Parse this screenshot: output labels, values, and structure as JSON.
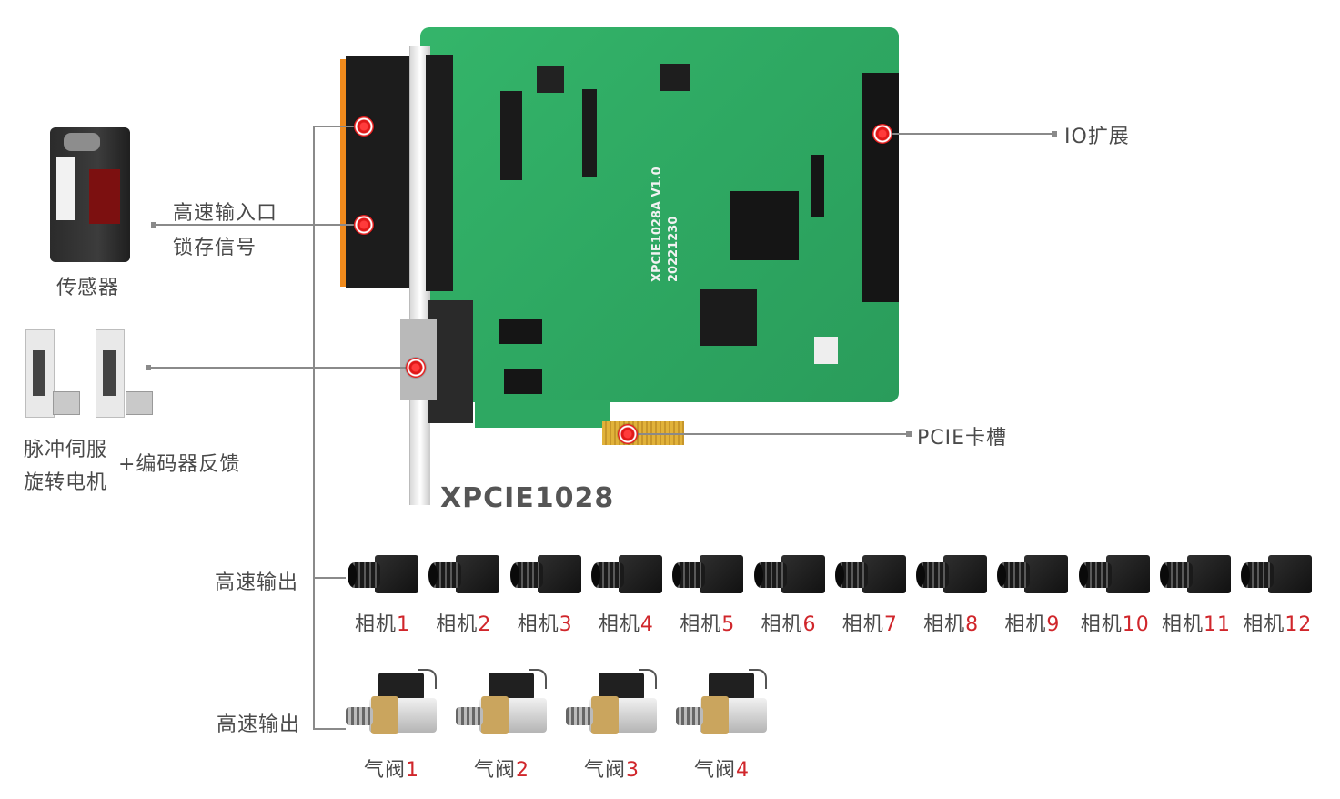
{
  "product": {
    "name": "XPCIE1028"
  },
  "pcb": {
    "model_text": "XPCIE1028A V1.0",
    "date_text": "20221230"
  },
  "left": {
    "sensor_label": "传感器",
    "input_label_line1": "高速输入口",
    "input_label_line2": "锁存信号",
    "servo_label_line1": "脉冲伺服",
    "servo_label_line2": "旋转电机",
    "encoder_label": "+编码器反馈"
  },
  "right": {
    "io_label": "IO扩展",
    "pcie_label": "PCIE卡槽"
  },
  "outputs": {
    "camera_output_label": "高速输出",
    "valve_output_label": "高速输出",
    "cameras": [
      {
        "name": "相机",
        "num": "1"
      },
      {
        "name": "相机",
        "num": "2"
      },
      {
        "name": "相机",
        "num": "3"
      },
      {
        "name": "相机",
        "num": "4"
      },
      {
        "name": "相机",
        "num": "5"
      },
      {
        "name": "相机",
        "num": "6"
      },
      {
        "name": "相机",
        "num": "7"
      },
      {
        "name": "相机",
        "num": "8"
      },
      {
        "name": "相机",
        "num": "9"
      },
      {
        "name": "相机",
        "num": "10"
      },
      {
        "name": "相机",
        "num": "11"
      },
      {
        "name": "相机",
        "num": "12"
      }
    ],
    "valves": [
      {
        "name": "气阀",
        "num": "1"
      },
      {
        "name": "气阀",
        "num": "2"
      },
      {
        "name": "气阀",
        "num": "3"
      },
      {
        "name": "气阀",
        "num": "4"
      }
    ]
  },
  "colors": {
    "accent_red": "#d0262b",
    "pcb_green": "#2ea862",
    "line_gray": "#8a8a8a"
  }
}
